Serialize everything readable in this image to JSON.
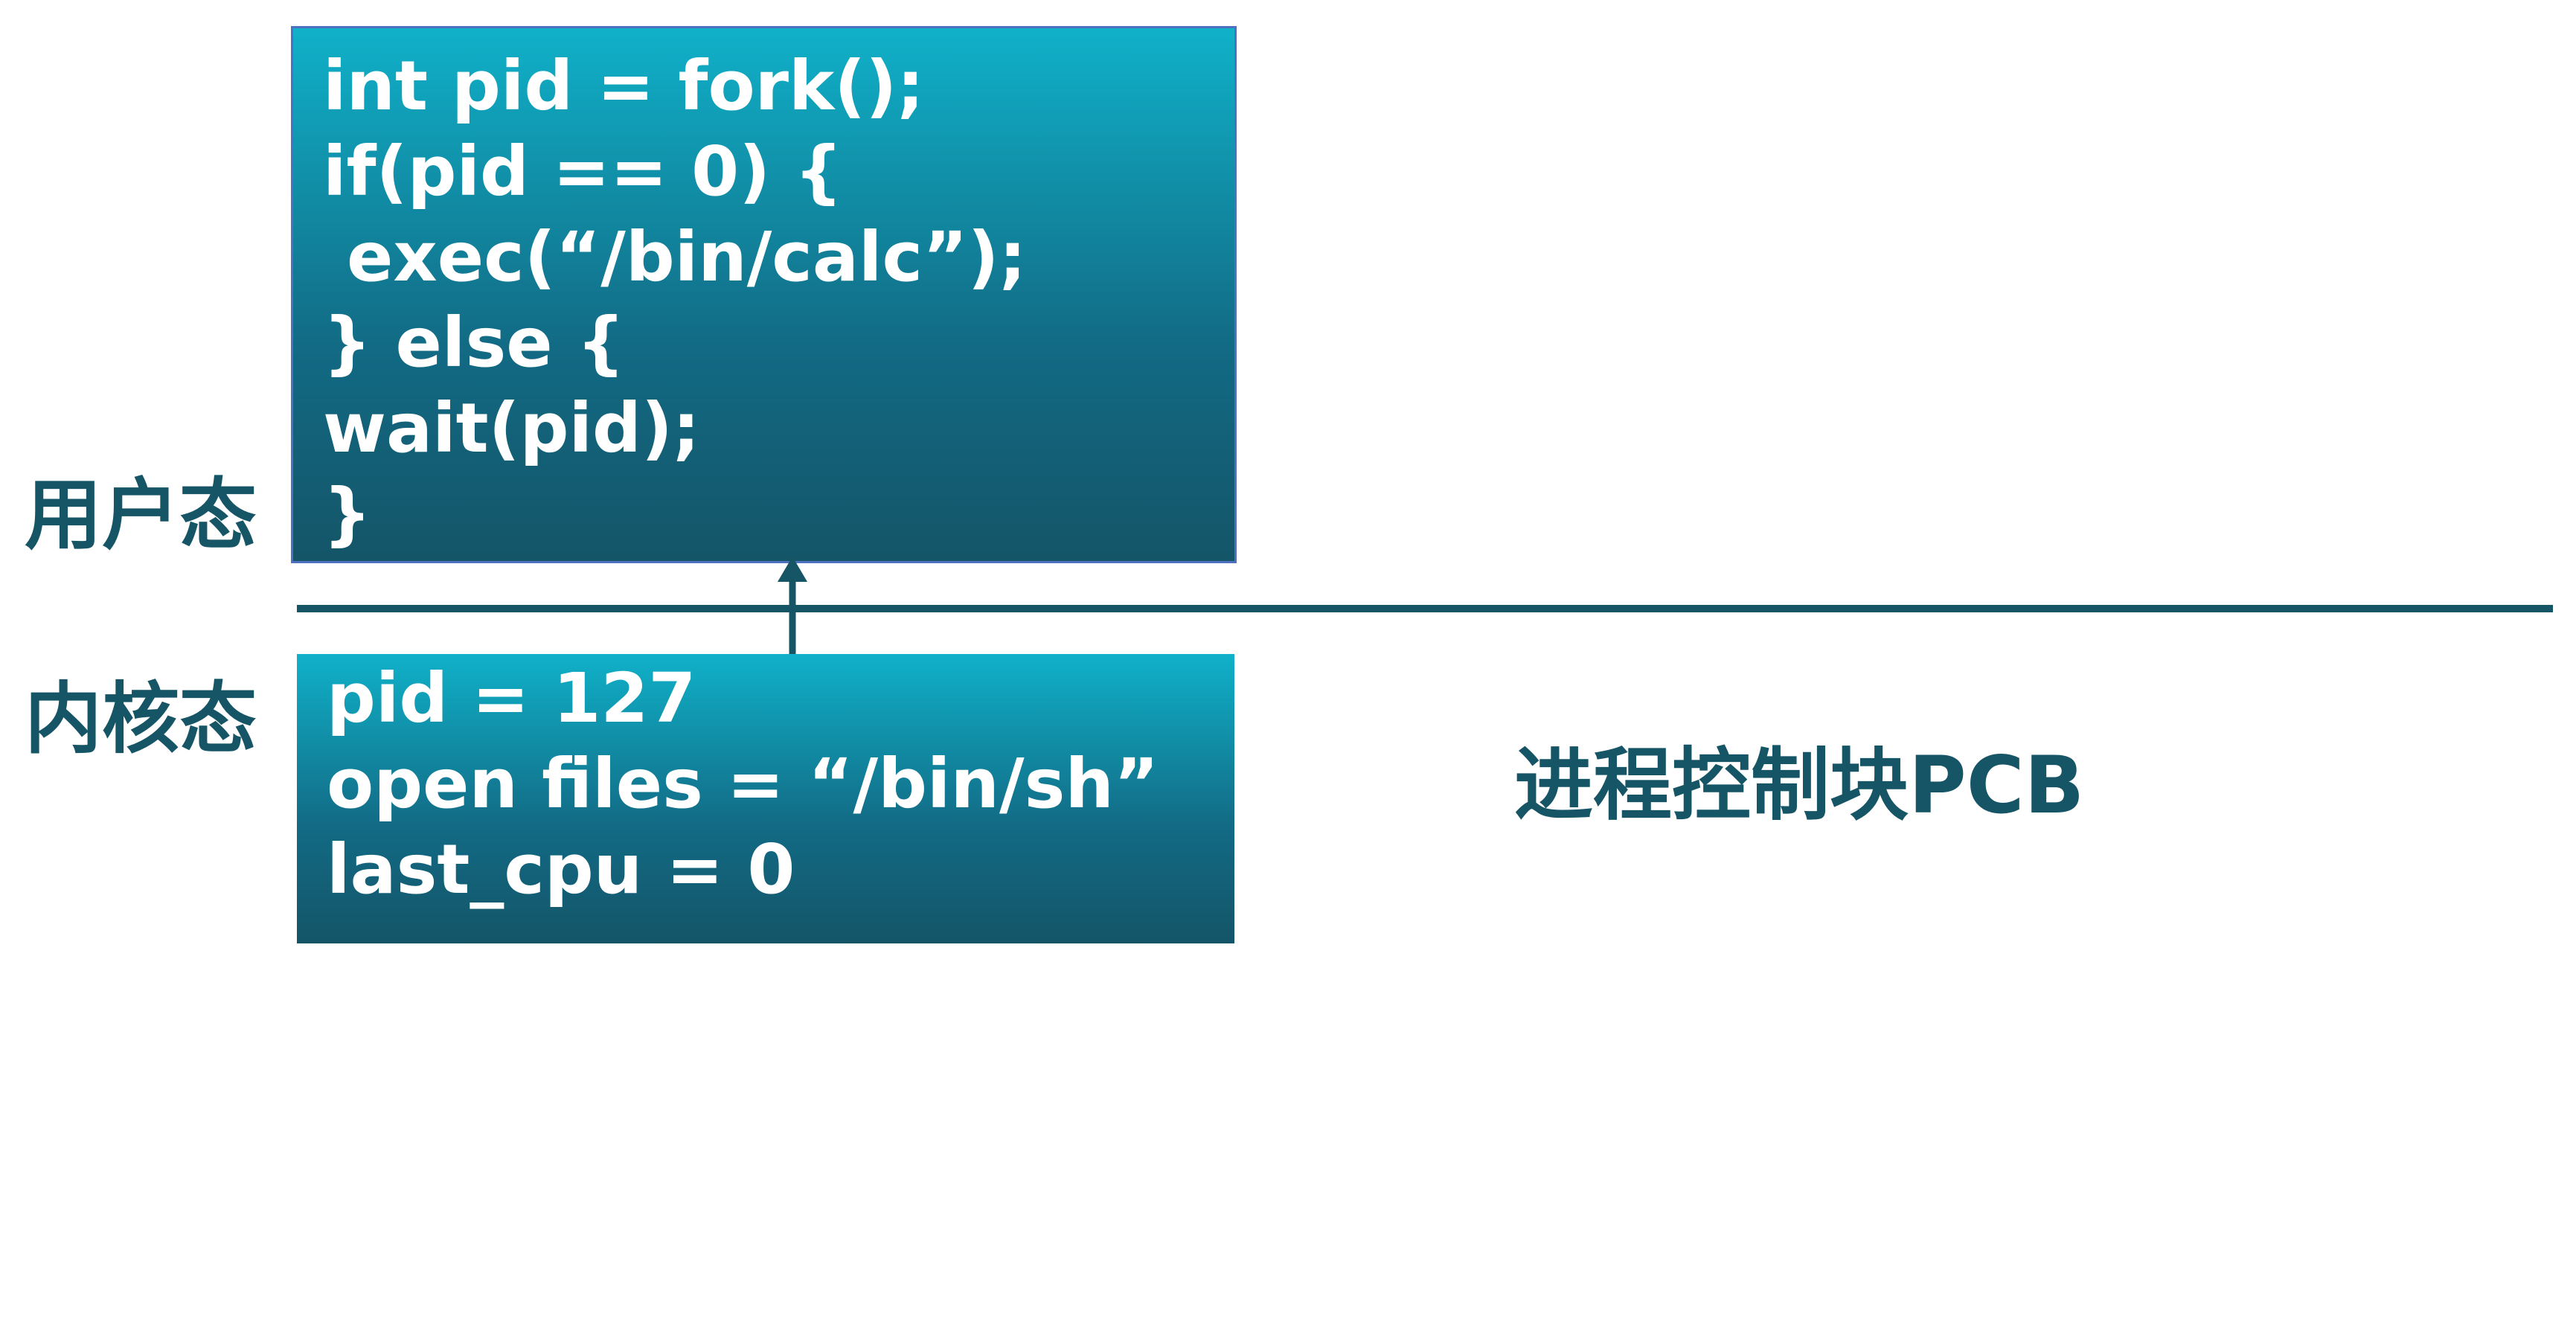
{
  "modes": {
    "user": "用户态",
    "kernel": "内核态"
  },
  "user_code": {
    "lines": [
      "int pid = fork();",
      "if(pid == 0) {",
      " exec(“/bin/calc”);",
      "} else {",
      "wait(pid);",
      "}"
    ]
  },
  "pcb": {
    "label": "进程控制块PCB",
    "lines": [
      "pid = 127",
      "open files = “/bin/sh”",
      "last_cpu = 0"
    ]
  },
  "colors": {
    "accent": "#165566",
    "box_top": "#10b1c9",
    "box_bottom": "#145568",
    "box_border": "#4f70c0"
  }
}
